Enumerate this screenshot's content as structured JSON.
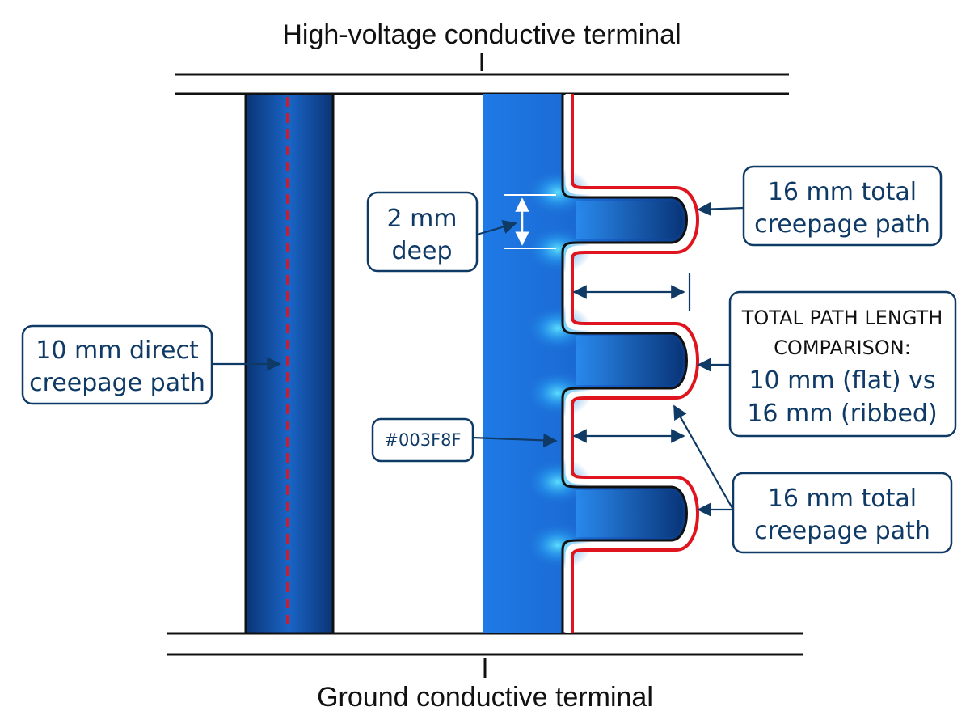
{
  "terminals": {
    "top": "High-voltage conductive terminal",
    "bottom": "Ground conductive terminal"
  },
  "callouts": {
    "direct": [
      "10 mm direct",
      "creepage path"
    ],
    "depth": [
      "2 mm",
      "deep"
    ],
    "color_code": "#003F8F",
    "ribbed_top": [
      "16 mm total",
      "creepage path"
    ],
    "ribbed_bottom": [
      "16 mm total",
      "creepage path"
    ],
    "comparison": [
      "TOTAL PATH LENGTH",
      "COMPARISON:",
      "10 mm (flat) vs",
      "16 mm (ribbed)"
    ]
  },
  "colors": {
    "insulator_dark": "#0a3d86",
    "insulator_mid": "#1f78e0",
    "insulator_glow": "#38c8ff",
    "creepage_path": "#e0141e",
    "callout_text": "#0f3a66"
  }
}
